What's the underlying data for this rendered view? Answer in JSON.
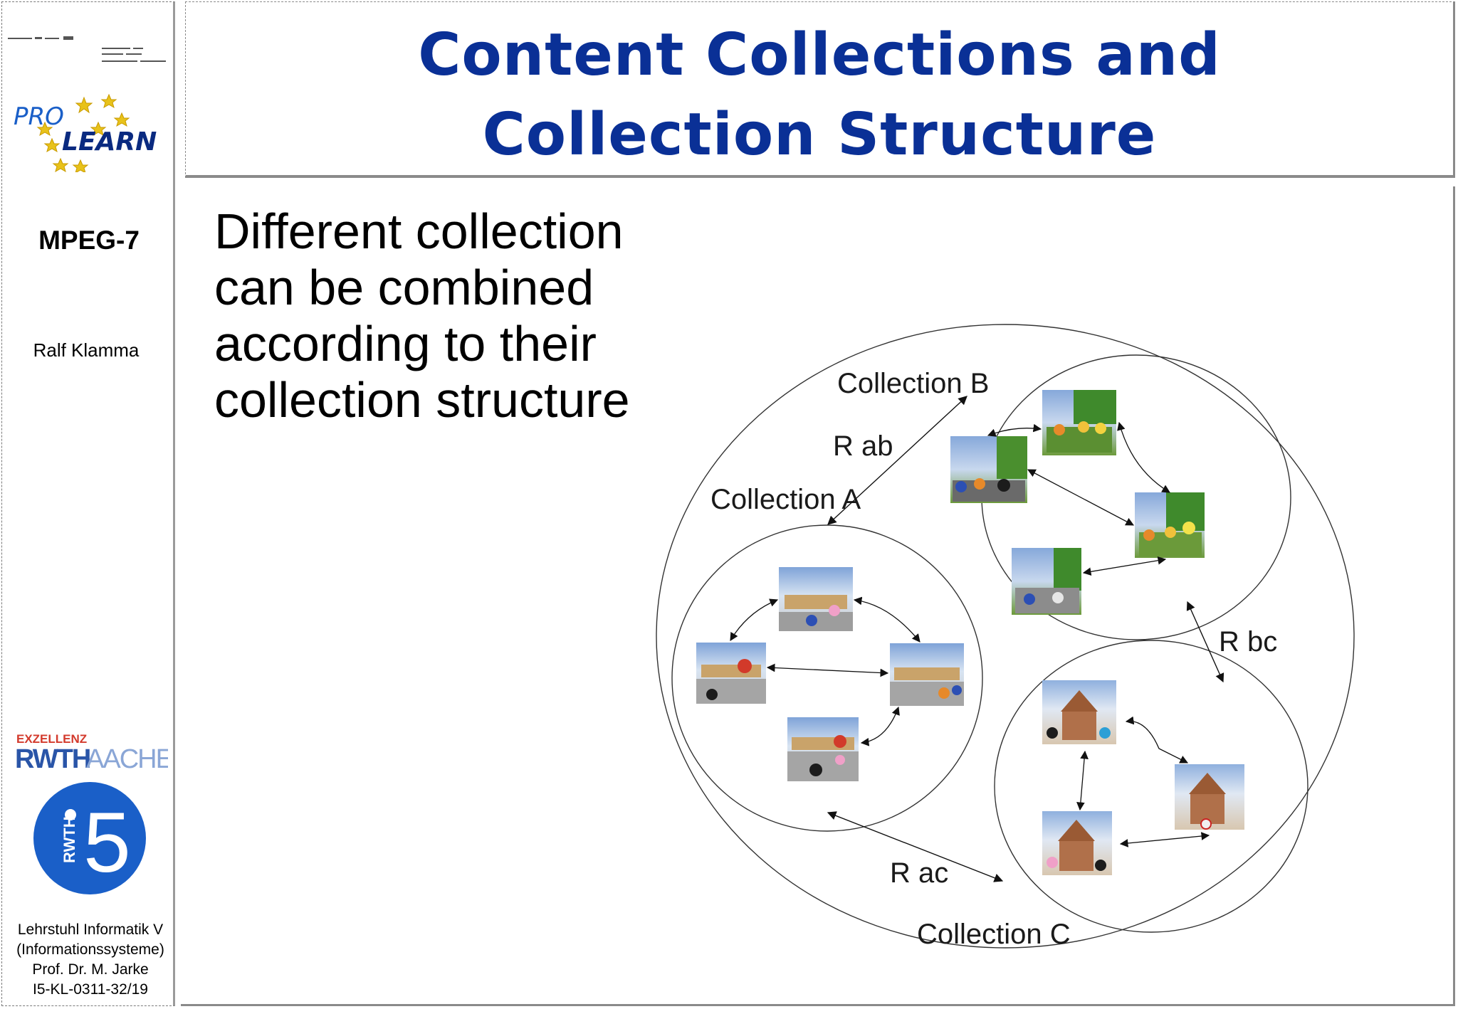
{
  "title": {
    "line1": "Content Collections and",
    "line2": "Collection Structure"
  },
  "sidebar": {
    "logo_text_pro": "PRO",
    "logo_text_learn": "LEARN",
    "topic": "MPEG-7",
    "author": "Ralf Klamma",
    "rwth_top": "EXZELLENZ",
    "rwth_main": "RWTH",
    "rwth_city": "AACHEN",
    "i5_vertical": "RWTH",
    "i5_number": "5",
    "footer": [
      "Lehrstuhl Informatik V",
      "(Informationssysteme)",
      "Prof. Dr. M. Jarke",
      "I5-KL-0311-32/19"
    ]
  },
  "body": {
    "lines": [
      "Different collection",
      "can be combined",
      "according to their",
      "collection structure"
    ]
  },
  "diagram": {
    "collection_a": "Collection A",
    "collection_b": "Collection B",
    "collection_c": "Collection C",
    "rel_ab": "R ab",
    "rel_bc": "R bc",
    "rel_ac": "R ac"
  },
  "colors": {
    "title": "#0a3096",
    "logo_blue": "#1a5fc8",
    "rwth_red": "#d33a2c",
    "rwth_blue": "#2a55a8"
  }
}
